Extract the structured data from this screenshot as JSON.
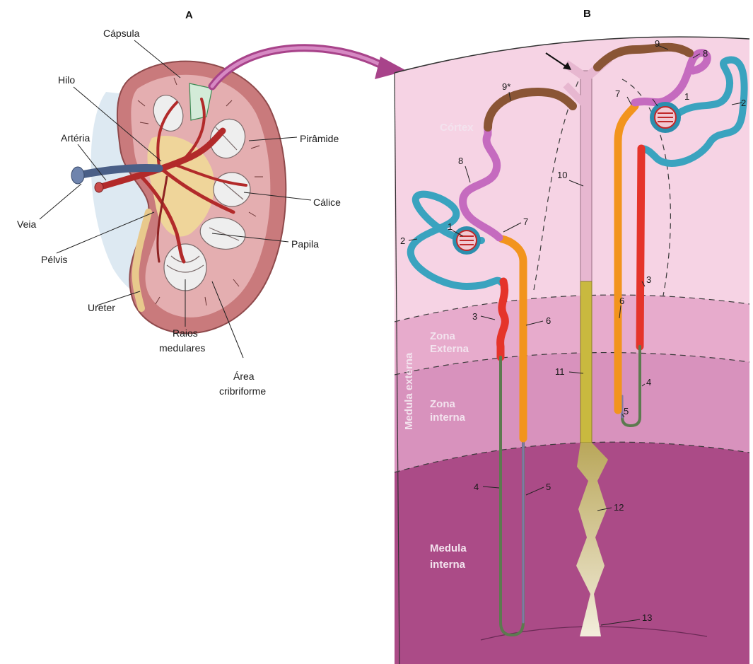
{
  "panel_a": {
    "title": "A",
    "labels": {
      "capsula": "Cápsula",
      "hilo": "Hilo",
      "arteria": "Artéria",
      "veia": "Veia",
      "pelvis": "Pélvis",
      "ureter": "Ureter",
      "piramide": "Pirâmide",
      "calice": "Cálice",
      "papila": "Papila",
      "raios_medulares_1": "Raios",
      "raios_medulares_2": "medulares",
      "area_cribriforme_1": "Área",
      "area_cribriforme_2": "cribriforme"
    }
  },
  "panel_b": {
    "title": "B",
    "zones": {
      "cortex": "Córtex",
      "medula_externa": "Medula externa",
      "zona_externa_1": "Zona",
      "zona_externa_2": "Externa",
      "zona_interna_1": "Zona",
      "zona_interna_2": "interna",
      "medula_interna_1": "Medula",
      "medula_interna_2": "interna"
    },
    "numbers": [
      "1",
      "2",
      "3",
      "4",
      "5",
      "6",
      "7",
      "8",
      "9",
      "9*",
      "10",
      "11",
      "12",
      "13"
    ]
  },
  "colors": {
    "cortex": "#f5d0e2",
    "outer_zone": "#e7a8cb",
    "inner_zone": "#d890bd",
    "inner_medulla": "#ab4b87",
    "proximal_convoluted": "#3aa3bf",
    "proximal_straight": "#e5342a",
    "thin_limb": "#5c7a4f",
    "thick_ascending": "#f2941d",
    "distal_convoluted": "#c56bbf",
    "connecting": "#8a5535",
    "collecting_duct": "#e7b7d0",
    "medullary_collecting": "#c9b93f",
    "papillary_duct": "#c8b78a",
    "kidney_outer": "#c77e80",
    "kidney_inner": "#e7b2b4",
    "artery": "#b22a2a",
    "vein": "#4a5f87"
  }
}
